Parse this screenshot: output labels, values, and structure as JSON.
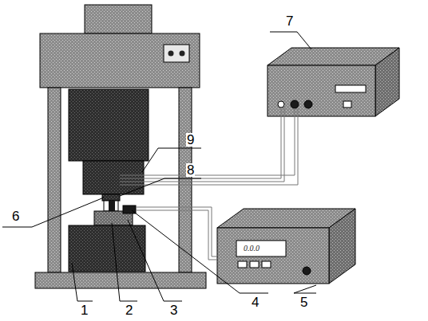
{
  "diagram": {
    "labels": [
      "1",
      "2",
      "3",
      "4",
      "5",
      "6",
      "7",
      "8",
      "9",
      "0.0.0"
    ]
  }
}
